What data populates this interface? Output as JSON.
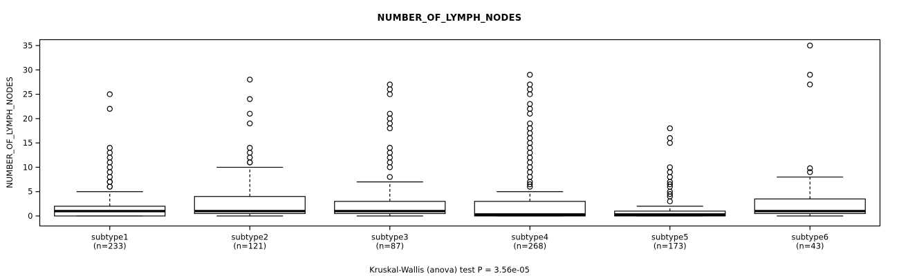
{
  "figure": {
    "title": "NUMBER_OF_LYMPH_NODES",
    "ylabel": "NUMBER_OF_LYMPH_NODES",
    "footnote": "Kruskal-Wallis (anova) test P = 3.56e-05"
  },
  "chart_data": {
    "type": "box",
    "title": "NUMBER_OF_LYMPH_NODES",
    "xlabel": "",
    "ylabel": "NUMBER_OF_LYMPH_NODES",
    "ylim": [
      -0.8,
      36.2
    ],
    "yticks": [
      0,
      5,
      10,
      15,
      20,
      25,
      30,
      35
    ],
    "ytick_labels": [
      "0",
      "5",
      "10",
      "15",
      "20",
      "25",
      "30",
      "35"
    ],
    "grid": false,
    "legend": null,
    "annotation": "Kruskal-Wallis (anova) test P = 3.56e-05",
    "categories": [
      "subtype1",
      "subtype2",
      "subtype3",
      "subtype4",
      "subtype5",
      "subtype6"
    ],
    "counts": [
      233,
      121,
      87,
      268,
      173,
      43
    ],
    "tick_labels": [
      "subtype1\n(n=233)",
      "subtype2\n(n=121)",
      "subtype3\n(n=87)",
      "subtype4\n(n=268)",
      "subtype5\n(n=173)",
      "subtype6\n(n=43)"
    ],
    "boxes": [
      {
        "name": "subtype1",
        "n": 233,
        "whisker_low": 0,
        "q1": 0,
        "median": 1,
        "q3": 2,
        "whisker_high": 5,
        "outliers": [
          6,
          6,
          7,
          7,
          8,
          9,
          10,
          11,
          12,
          13,
          14,
          22,
          25
        ]
      },
      {
        "name": "subtype2",
        "n": 121,
        "whisker_low": 0,
        "q1": 0.5,
        "median": 1,
        "q3": 4,
        "whisker_high": 10,
        "outliers": [
          11,
          11,
          12,
          13,
          14,
          19,
          21,
          24,
          28
        ]
      },
      {
        "name": "subtype3",
        "n": 87,
        "whisker_low": 0,
        "q1": 0.5,
        "median": 1,
        "q3": 3,
        "whisker_high": 7,
        "outliers": [
          8,
          10,
          11,
          12,
          13,
          14,
          18,
          19,
          20,
          21,
          25,
          26,
          27
        ]
      },
      {
        "name": "subtype4",
        "n": 268,
        "whisker_low": 0,
        "q1": 0,
        "median": 0.3,
        "q3": 3,
        "whisker_high": 5,
        "outliers": [
          6,
          6.5,
          7,
          8,
          9,
          10,
          11,
          12,
          13,
          14,
          15,
          16,
          17,
          18,
          19,
          21,
          22,
          23,
          25,
          26,
          27,
          29
        ]
      },
      {
        "name": "subtype5",
        "n": 173,
        "whisker_low": 0,
        "q1": 0,
        "median": 0.3,
        "q3": 1,
        "whisker_high": 2,
        "outliers": [
          3,
          4,
          4.5,
          5,
          6,
          6.5,
          7,
          8,
          9,
          10,
          15,
          16,
          18
        ]
      },
      {
        "name": "subtype6",
        "n": 43,
        "whisker_low": 0,
        "q1": 0.5,
        "median": 1,
        "q3": 3.5,
        "whisker_high": 8,
        "outliers": [
          9,
          9.8,
          27,
          29,
          35
        ]
      }
    ]
  },
  "colors": {
    "axis": "#000000",
    "box_stroke": "#000000",
    "median": "#000000",
    "outlier_stroke": "#000000",
    "background": "#ffffff"
  }
}
